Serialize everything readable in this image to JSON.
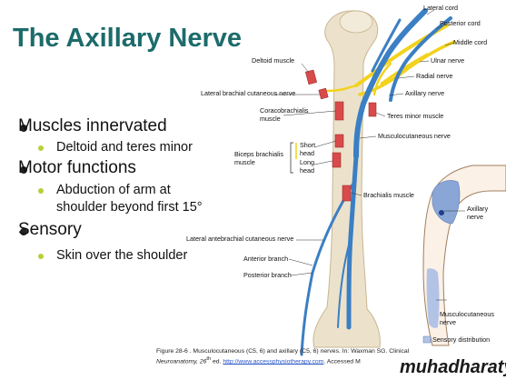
{
  "title": "The Axillary Nerve",
  "bullets": [
    {
      "text": "Muscles innervated",
      "sub": [
        "Deltoid and teres minor"
      ]
    },
    {
      "text": "Motor functions",
      "sub": [
        "Abduction of arm at",
        "shoulder beyond first 15°"
      ]
    },
    {
      "text": "Sensory",
      "sub": [
        "Skin over the shoulder"
      ]
    }
  ],
  "labels": {
    "lateral_cord": "Lateral cord",
    "posterior_cord": "Posterior cord",
    "middle_cord": "Middle cord",
    "ulnar_nerve": "Ulnar nerve",
    "radial_nerve": "Radial nerve",
    "axillary_nerve": "Axillary nerve",
    "teres_minor": "Teres minor muscle",
    "musculocutaneous_nerve": "Musculocutaneous  nerve",
    "deltoid": "Deltoid  muscle",
    "lat_brachial_cut": "Lateral brachial cutaneous nerve",
    "coracobrachialis_1": "Coracobrachialis",
    "coracobrachialis_2": "muscle",
    "biceps_1": "Biceps brachialis",
    "biceps_2": "muscle",
    "short_head_1": "Short",
    "short_head_2": "head",
    "long_head_1": "Long",
    "long_head_2": "head",
    "brachialis": "Brachialis muscle",
    "lat_antebrachial": "Lateral antebrachial cutaneous nerve",
    "anterior_branch": "Anterior branch",
    "posterior_branch": "Posterior branch",
    "axillary_nerve_inset_1": "Axillary",
    "axillary_nerve_inset_2": "nerve",
    "musculocutaneous_inset_1": "Musculocutaneous",
    "musculocutaneous_inset_2": "nerve",
    "sensory_distribution": "Sensory distribution"
  },
  "caption": {
    "line1": "Figure 28-6 . Musculocutaneous (C5, 6) and axillary  (C5, 6) nerves. In: Waxman SG. Clinical",
    "line2_pre": "Neuroanatomy, 26",
    "line2_sup": "th",
    "line2_mid": " ed. ",
    "line2_link": "http://www.accessphysiotherapy.com",
    "line2_post": ". Accessed M"
  },
  "watermark": "muhadharaty.com",
  "colors": {
    "title": "#1d6b6b",
    "subbullet": "#b7cf3b",
    "nerve_blue": "#3b7fc4",
    "nerve_yellow": "#f2d21c",
    "muscle_red": "#d94a4a",
    "bone": "#ece2cc"
  }
}
